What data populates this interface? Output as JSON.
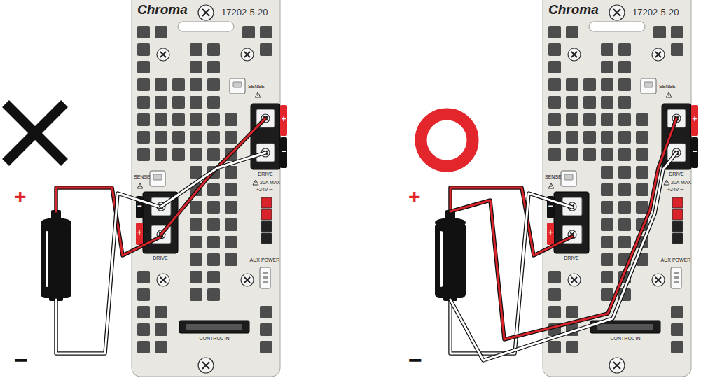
{
  "diagram": {
    "labels": [
      "Chroma",
      "17202-5-20",
      "SENSE",
      "+",
      "−",
      "DRIVE",
      "20A MAX",
      "+24V ⎓",
      "SENSE",
      "−",
      "+",
      "DRIVE",
      "AUX POWER",
      "CONTROL IN",
      "+",
      "−",
      "Chroma",
      "17202-5-20",
      "SENSE",
      "+",
      "−",
      "DRIVE",
      "20A MAX",
      "+24V ⎓",
      "SENSE",
      "−",
      "+",
      "DRIVE",
      "AUX POWER",
      "CONTROL IN",
      "+",
      "−"
    ]
  }
}
